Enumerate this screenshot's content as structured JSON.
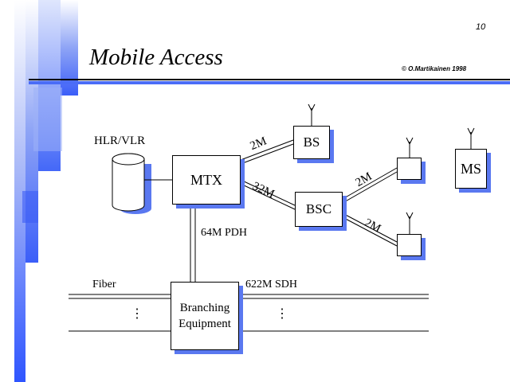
{
  "page_number": "10",
  "title": "Mobile Access",
  "copyright": "© O.Martikainen 1998",
  "colors": {
    "accent_blue": "#4a6cf7",
    "shadow_blue": "#5a78f0",
    "light_blue": "#a8b8f8"
  },
  "diagram": {
    "database_label": "HLR/VLR",
    "mtx": "MTX",
    "bs": "BS",
    "bsc": "BSC",
    "ms": "MS",
    "branching_line1": "Branching",
    "branching_line2": "Equipment",
    "link_mtx_bs": "2M",
    "link_mtx_bsc": "32M",
    "link_bsc_bts_upper": "2M",
    "link_bsc_bts_lower": "2M",
    "link_pdh": "64M PDH",
    "fiber_label": "Fiber",
    "sdh_label": "622M SDH",
    "ellipsis": "⋮"
  }
}
